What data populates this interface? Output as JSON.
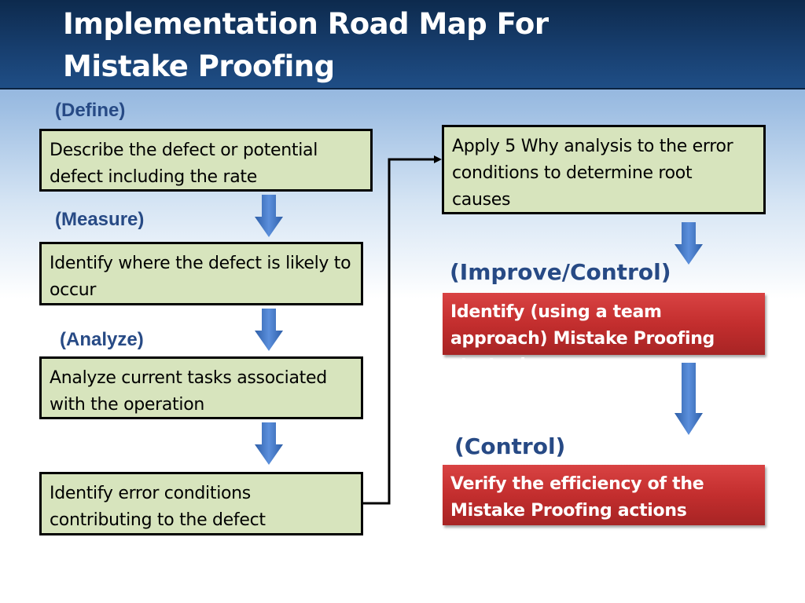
{
  "header": {
    "title_line1": "Implementation Road Map For",
    "title_line2": "Mistake Proofing"
  },
  "colors": {
    "header_bg": "#173e6e",
    "phase_text": "#274a85",
    "step_fill": "#d7e4bd",
    "action_fill": "#c32e2e",
    "arrow_fill": "#3f75c4"
  },
  "phases": {
    "define": "(Define)",
    "measure": "(Measure)",
    "analyze": "(Analyze)",
    "improve_control": "(Improve/Control)",
    "control": "(Control)"
  },
  "steps": {
    "describe_defect": "Describe the defect or potential defect including the rate",
    "identify_where": "Identify where the defect is likely to occur",
    "analyze_tasks": "Analyze current tasks associated with the operation",
    "identify_error_conditions": "Identify error conditions contributing to the defect",
    "five_why": "Apply 5 Why analysis to the error conditions to determine root causes",
    "identify_strategies": "Identify (using a team approach) Mistake Proofing  strategies",
    "verify_efficiency": "Verify the efficiency of the Mistake Proofing actions"
  }
}
